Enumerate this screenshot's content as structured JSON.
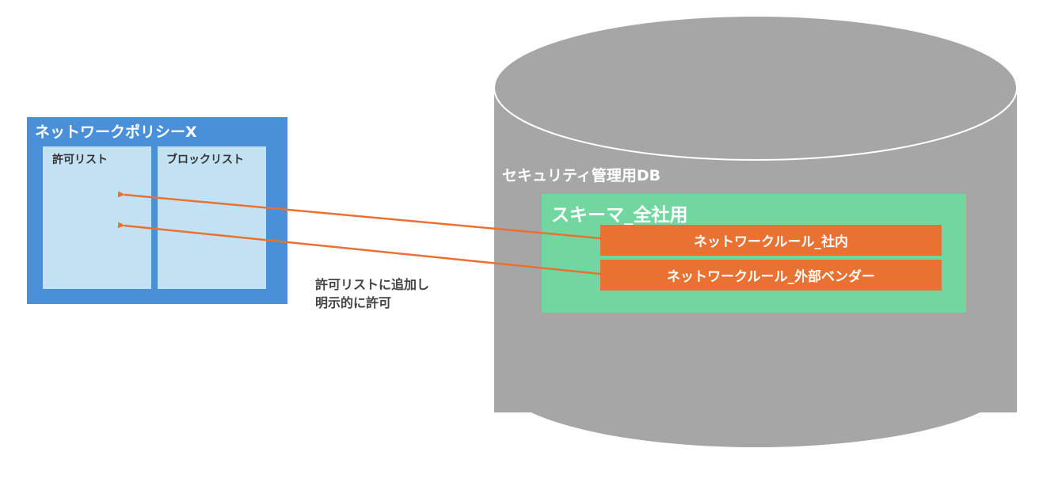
{
  "policy": {
    "title": "ネットワークポリシーX",
    "allow_list_label": "許可リスト",
    "block_list_label": "ブロックリスト"
  },
  "database": {
    "title": "セキュリティ管理用DB",
    "schema": {
      "title": "スキーマ_全社用",
      "rules": [
        {
          "label": "ネットワークルール_社内"
        },
        {
          "label": "ネットワークルール_外部ベンダー"
        }
      ]
    }
  },
  "annotation": {
    "line1": "許可リストに追加し",
    "line2": "明示的に許可"
  },
  "colors": {
    "policy_box": "#4a90d9",
    "list_panel": "#c2e2f4",
    "database": "#a6a6a6",
    "schema": "#72d6a0",
    "rule": "#e97131",
    "arrow": "#e97131"
  }
}
